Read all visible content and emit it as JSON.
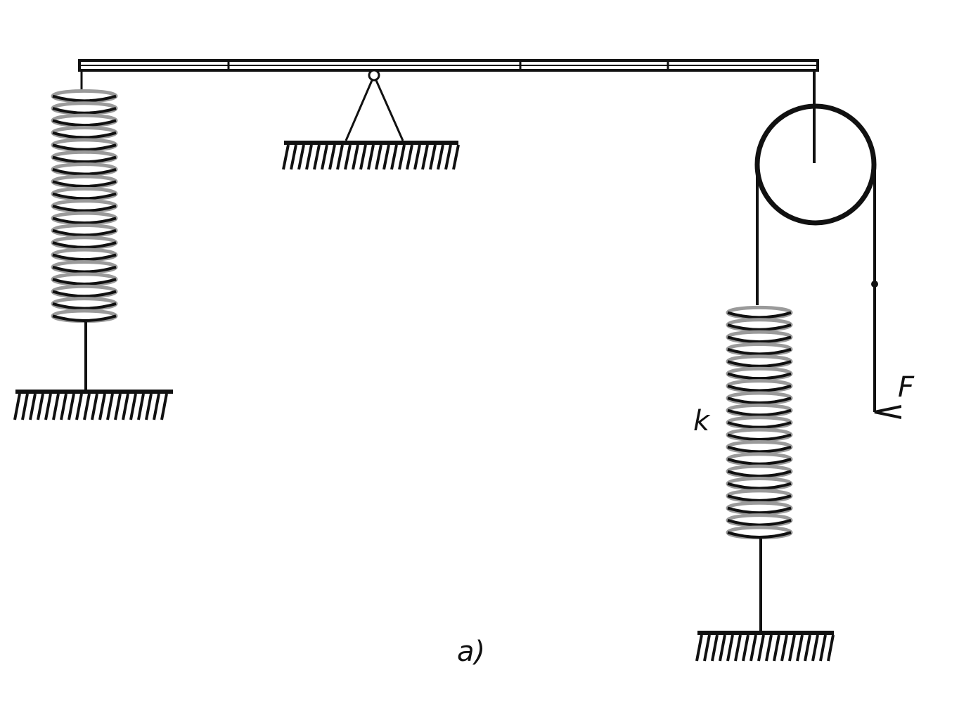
{
  "labels": {
    "spring_constant": "k",
    "force": "F",
    "panel": "a)"
  },
  "components": {
    "beam": "lever",
    "pivot": "pin-support",
    "left_spring": "spring",
    "right_spring": "spring",
    "pulley": "pulley",
    "force_arrow": "arrow-down"
  },
  "colors": {
    "ink": "#111111",
    "spring_light": "#9a9a9a",
    "background": "#ffffff"
  }
}
